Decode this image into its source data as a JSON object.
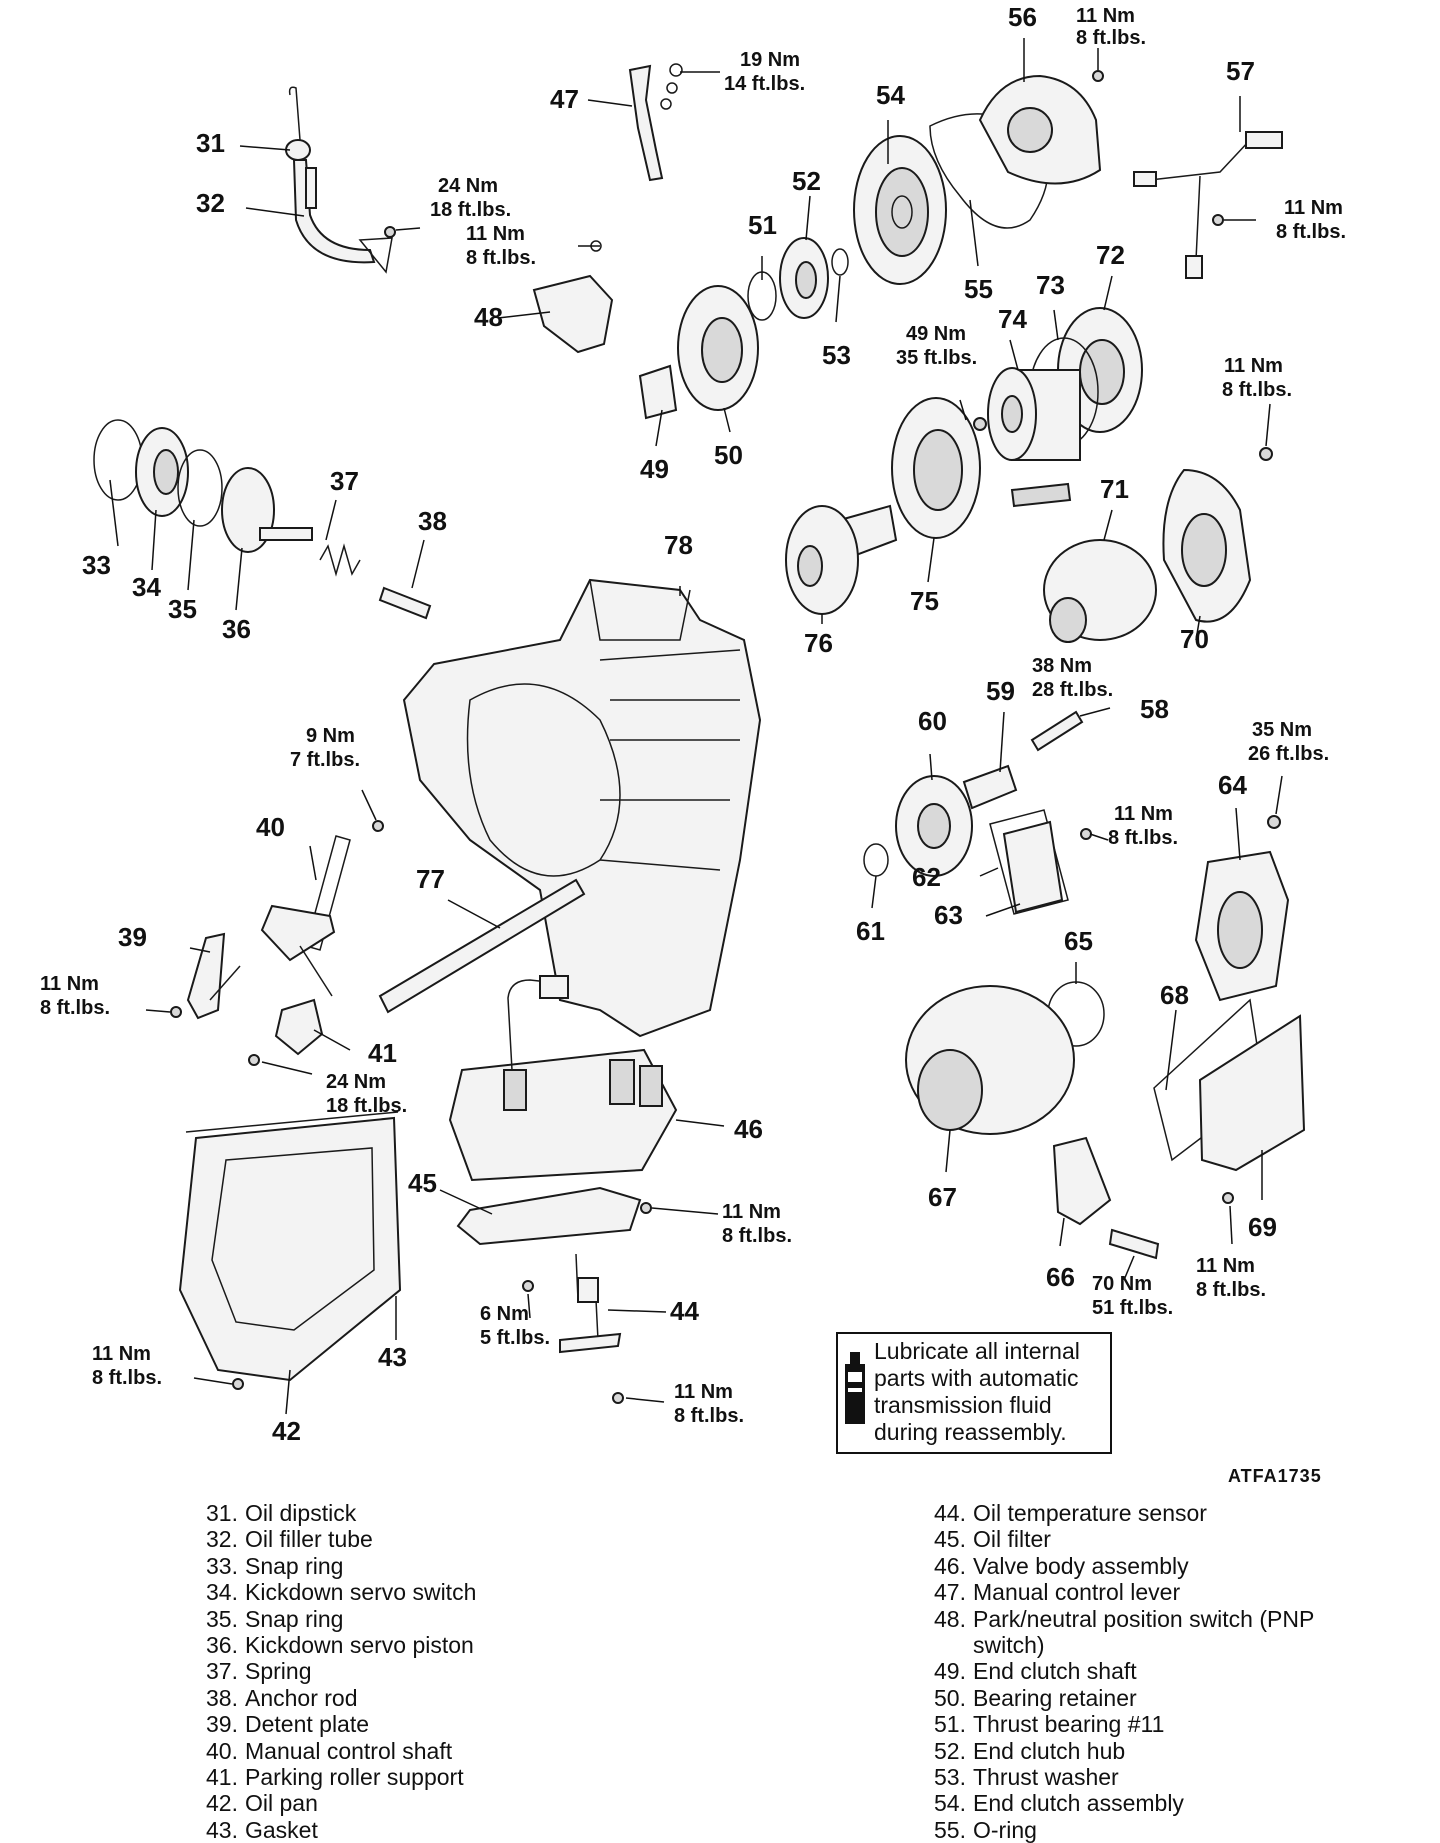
{
  "callouts": [
    {
      "id": "31",
      "text": "31"
    },
    {
      "id": "32",
      "text": "32"
    },
    {
      "id": "33",
      "text": "33"
    },
    {
      "id": "34",
      "text": "34"
    },
    {
      "id": "35",
      "text": "35"
    },
    {
      "id": "36",
      "text": "36"
    },
    {
      "id": "37",
      "text": "37"
    },
    {
      "id": "38",
      "text": "38"
    },
    {
      "id": "39",
      "text": "39"
    },
    {
      "id": "40",
      "text": "40"
    },
    {
      "id": "41",
      "text": "41"
    },
    {
      "id": "42",
      "text": "42"
    },
    {
      "id": "43",
      "text": "43"
    },
    {
      "id": "44",
      "text": "44"
    },
    {
      "id": "45",
      "text": "45"
    },
    {
      "id": "46",
      "text": "46"
    },
    {
      "id": "47",
      "text": "47"
    },
    {
      "id": "48",
      "text": "48"
    },
    {
      "id": "49",
      "text": "49"
    },
    {
      "id": "50",
      "text": "50"
    },
    {
      "id": "51",
      "text": "51"
    },
    {
      "id": "52",
      "text": "52"
    },
    {
      "id": "53",
      "text": "53"
    },
    {
      "id": "54",
      "text": "54"
    },
    {
      "id": "55",
      "text": "55"
    },
    {
      "id": "56",
      "text": "56"
    },
    {
      "id": "57",
      "text": "57"
    },
    {
      "id": "58",
      "text": "58"
    },
    {
      "id": "59",
      "text": "59"
    },
    {
      "id": "60",
      "text": "60"
    },
    {
      "id": "61",
      "text": "61"
    },
    {
      "id": "62",
      "text": "62"
    },
    {
      "id": "63",
      "text": "63"
    },
    {
      "id": "64",
      "text": "64"
    },
    {
      "id": "65",
      "text": "65"
    },
    {
      "id": "66",
      "text": "66"
    },
    {
      "id": "67",
      "text": "67"
    },
    {
      "id": "68",
      "text": "68"
    },
    {
      "id": "69",
      "text": "69"
    },
    {
      "id": "70",
      "text": "70"
    },
    {
      "id": "71",
      "text": "71"
    },
    {
      "id": "72",
      "text": "72"
    },
    {
      "id": "73",
      "text": "73"
    },
    {
      "id": "74",
      "text": "74"
    },
    {
      "id": "75",
      "text": "75"
    },
    {
      "id": "76",
      "text": "76"
    },
    {
      "id": "77",
      "text": "77"
    },
    {
      "id": "78",
      "text": "78"
    }
  ],
  "torque_specs": [
    {
      "id": "t56",
      "nm": "11 Nm",
      "ftlbs": "8 ft.lbs."
    },
    {
      "id": "t47",
      "nm": "19 Nm",
      "ftlbs": "14 ft.lbs."
    },
    {
      "id": "t32",
      "nm": "24 Nm",
      "ftlbs": "18 ft.lbs."
    },
    {
      "id": "t48",
      "nm": "11 Nm",
      "ftlbs": "8 ft.lbs."
    },
    {
      "id": "t57",
      "nm": "11 Nm",
      "ftlbs": "8 ft.lbs."
    },
    {
      "id": "t75",
      "nm": "49 Nm",
      "ftlbs": "35 ft.lbs."
    },
    {
      "id": "t70",
      "nm": "11 Nm",
      "ftlbs": "8 ft.lbs."
    },
    {
      "id": "t58",
      "nm": "38 Nm",
      "ftlbs": "28 ft.lbs."
    },
    {
      "id": "t40",
      "nm": "9 Nm",
      "ftlbs": "7 ft.lbs."
    },
    {
      "id": "t64",
      "nm": "35 Nm",
      "ftlbs": "26 ft.lbs."
    },
    {
      "id": "t62",
      "nm": "11 Nm",
      "ftlbs": "8 ft.lbs."
    },
    {
      "id": "t39",
      "nm": "11 Nm",
      "ftlbs": "8 ft.lbs."
    },
    {
      "id": "t41",
      "nm": "24 Nm",
      "ftlbs": "18 ft.lbs."
    },
    {
      "id": "t45",
      "nm": "11 Nm",
      "ftlbs": "8 ft.lbs."
    },
    {
      "id": "t44",
      "nm": "6 Nm",
      "ftlbs": "5 ft.lbs."
    },
    {
      "id": "t66",
      "nm": "70 Nm",
      "ftlbs": "51 ft.lbs."
    },
    {
      "id": "t69",
      "nm": "11 Nm",
      "ftlbs": "8 ft.lbs."
    },
    {
      "id": "t42",
      "nm": "11 Nm",
      "ftlbs": "8 ft.lbs."
    },
    {
      "id": "t44b",
      "nm": "11 Nm",
      "ftlbs": "8 ft.lbs."
    }
  ],
  "note": "Lubricate all internal\nparts with automatic\ntransmission fluid\nduring reassembly.",
  "figure_code": "ATFA1735",
  "legend_left": [
    {
      "num": "31.",
      "text": "Oil dipstick"
    },
    {
      "num": "32.",
      "text": "Oil filler tube"
    },
    {
      "num": "33.",
      "text": "Snap ring"
    },
    {
      "num": "34.",
      "text": "Kickdown servo switch"
    },
    {
      "num": "35.",
      "text": "Snap ring"
    },
    {
      "num": "36.",
      "text": "Kickdown servo piston"
    },
    {
      "num": "37.",
      "text": "Spring"
    },
    {
      "num": "38.",
      "text": "Anchor rod"
    },
    {
      "num": "39.",
      "text": "Detent plate"
    },
    {
      "num": "40.",
      "text": "Manual control shaft"
    },
    {
      "num": "41.",
      "text": "Parking roller support"
    },
    {
      "num": "42.",
      "text": "Oil pan"
    },
    {
      "num": "43.",
      "text": "Gasket"
    }
  ],
  "legend_right": [
    {
      "num": "44.",
      "text": "Oil temperature sensor"
    },
    {
      "num": "45.",
      "text": "Oil filter"
    },
    {
      "num": "46.",
      "text": "Valve body assembly"
    },
    {
      "num": "47.",
      "text": "Manual control lever"
    },
    {
      "num": "48.",
      "text": "Park/neutral position switch (PNP switch)"
    },
    {
      "num": "49.",
      "text": "End clutch shaft"
    },
    {
      "num": "50.",
      "text": "Bearing retainer"
    },
    {
      "num": "51.",
      "text": "Thrust bearing #11"
    },
    {
      "num": "52.",
      "text": "End clutch hub"
    },
    {
      "num": "53.",
      "text": "Thrust washer"
    },
    {
      "num": "54.",
      "text": "End clutch assembly"
    },
    {
      "num": "55.",
      "text": "O-ring"
    }
  ]
}
